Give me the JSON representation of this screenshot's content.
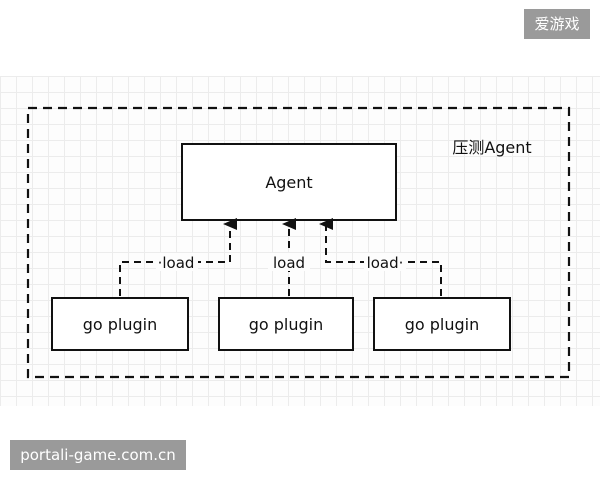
{
  "diagram": {
    "container_label": "压测Agent",
    "agent_label": "Agent",
    "plugins": [
      {
        "label": "go plugin",
        "edge_label": "·load"
      },
      {
        "label": "go plugin",
        "edge_label": "load"
      },
      {
        "label": "go plugin",
        "edge_label": "load·"
      }
    ]
  },
  "watermarks": {
    "top_right": "爱游戏",
    "bottom_left": "portali-game.com.cn"
  },
  "colors": {
    "line": "#111111",
    "grid": "#ececec",
    "watermark_bg": "#9a9a9a"
  }
}
